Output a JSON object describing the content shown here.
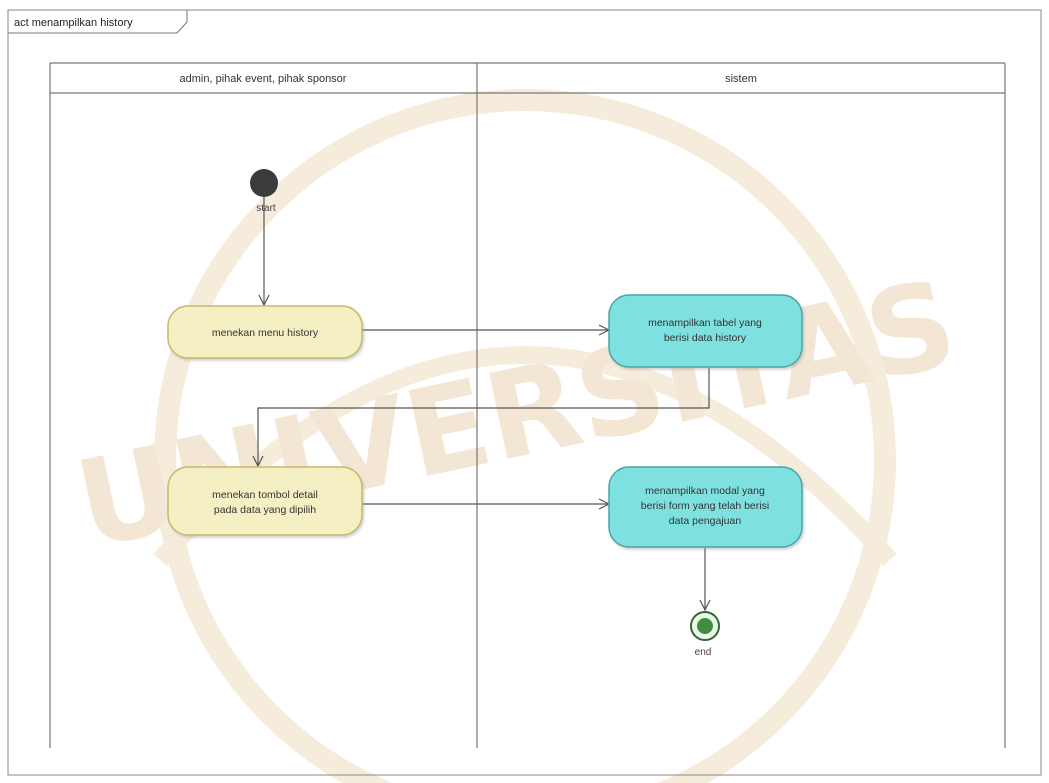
{
  "frame": {
    "title": "act menampilkan history"
  },
  "lanes": [
    {
      "title": "admin, pihak event, pihak sponsor"
    },
    {
      "title": "sistem"
    }
  ],
  "nodes": {
    "start_label": "start",
    "end_label": "end",
    "action1": [
      "menekan menu history"
    ],
    "action2": [
      "menampilkan tabel yang",
      "berisi data history"
    ],
    "action3": [
      "menekan tombol detail",
      "pada data yang dipilih"
    ],
    "action4": [
      "menampilkan modal yang",
      "berisi form yang telah berisi",
      "data pengajuan"
    ]
  },
  "watermark": {
    "text": "UNIVERSITAS"
  },
  "colors": {
    "user_action_fill": "#f5efc4",
    "user_action_stroke": "#c9b86a",
    "system_action_fill": "#7fe0e0",
    "system_action_stroke": "#4aa5a5",
    "line": "#555555",
    "start_fill": "#3b3b3b",
    "end_ring": "#2f6b2f",
    "end_fill": "#3f8f3f",
    "watermark": "#f3e3cf"
  }
}
